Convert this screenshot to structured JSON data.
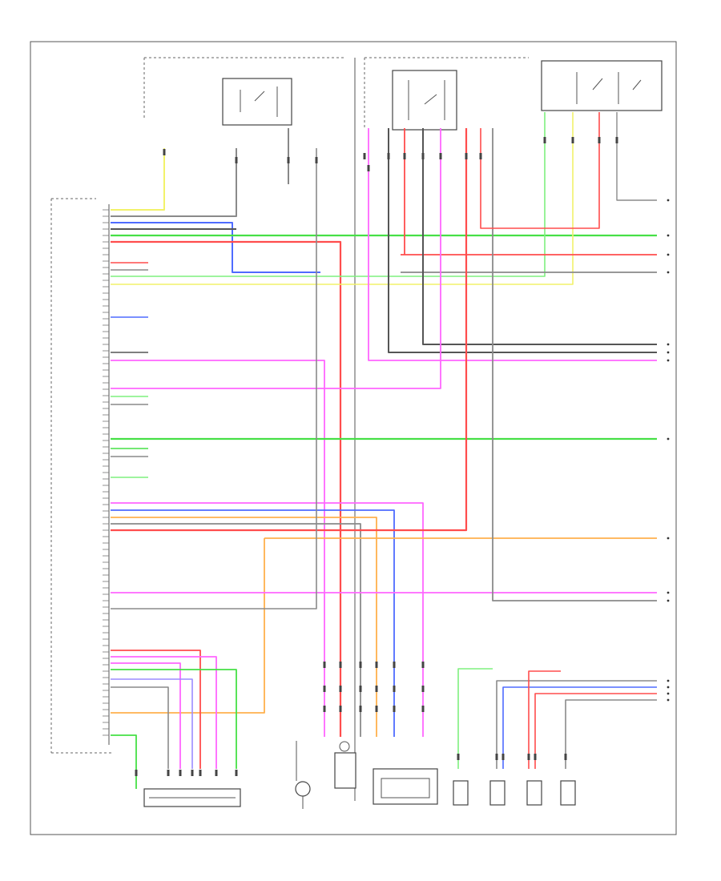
{
  "diagram": {
    "page_label": "",
    "ecm_title": "",
    "colors": {
      "yellow": "#f2f26a",
      "gray": "#8a8a8a",
      "dark_gray": "#555555",
      "blue": "#4f6bff",
      "green": "#46e046",
      "red": "#ff4d4d",
      "pink": "#ff66ff",
      "light_green": "#7ff07f",
      "orange": "#ffb04d",
      "violet": "#9b8cff",
      "black": "#333333"
    },
    "components": [
      {
        "id": "engine-control-module",
        "label": ""
      },
      {
        "id": "efi-relay",
        "label": ""
      },
      {
        "id": "fuel-pump-relay",
        "label": ""
      },
      {
        "id": "starter-relay",
        "label": ""
      },
      {
        "id": "air-fuel-sensor",
        "label": ""
      },
      {
        "id": "camshaft-position-sensor",
        "label": ""
      },
      {
        "id": "crankshaft-position-sensor",
        "label": ""
      },
      {
        "id": "fuel-injectors",
        "label": ""
      },
      {
        "id": "mass-air-flow-meter",
        "label": ""
      }
    ]
  }
}
